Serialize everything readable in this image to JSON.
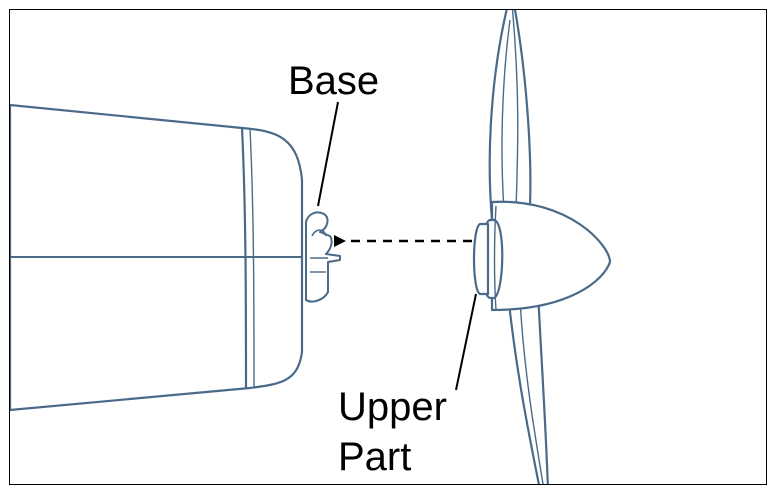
{
  "labels": {
    "base": "Base",
    "upper_line1": "Upper",
    "upper_line2": "Part"
  },
  "colors": {
    "line_art": "#4a6a8a",
    "leader_line": "#000000",
    "arrow": "#000000",
    "frame": "#000000"
  }
}
